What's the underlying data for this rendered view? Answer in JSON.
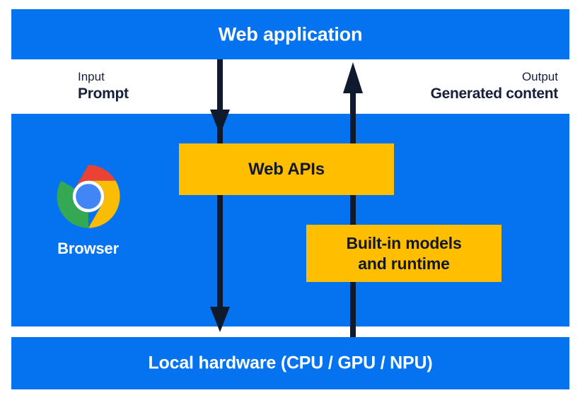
{
  "diagram": {
    "title": "Web application",
    "bands": {
      "top": {
        "label": "Web application"
      },
      "middle": {
        "browser_label": "Browser"
      },
      "bottom": {
        "label": "Local hardware (CPU / GPU / NPU)"
      }
    },
    "io": {
      "input": {
        "kind": "Input",
        "value": "Prompt"
      },
      "output": {
        "kind": "Output",
        "value": "Generated content"
      }
    },
    "boxes": {
      "web_apis": {
        "label": "Web APIs"
      },
      "builtin_models": {
        "line1": "Built-in models",
        "line2": "and runtime"
      }
    },
    "icons": {
      "browser": "chrome-logo-icon",
      "arrow_down": "arrow-down-icon",
      "arrow_up": "arrow-up-icon"
    },
    "colors": {
      "band_blue": "#0573F0",
      "box_yellow": "#FFBE00",
      "arrow_navy": "#101A2E",
      "text_dark": "#16203A",
      "text_light": "#FFFFFF",
      "chrome_red": "#EA4335",
      "chrome_yellow": "#FBBC05",
      "chrome_green": "#34A853",
      "chrome_blue": "#4285F4"
    }
  }
}
